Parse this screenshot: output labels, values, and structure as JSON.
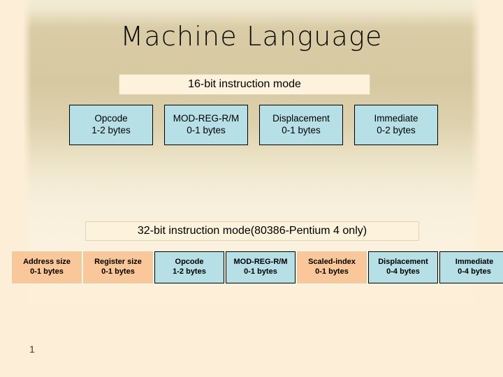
{
  "slide": {
    "title": "Machine Language",
    "page_number": "1",
    "colors": {
      "background": "#fdefd7",
      "panel_top": "#d6c9a2",
      "banner_fill": "#fdf2dc",
      "box_blue": "#b7dfe6",
      "box_peach": "#fac79a",
      "box_peach_border": "#b9ddc0",
      "box_border": "#000000",
      "text": "#000000"
    }
  },
  "mode16": {
    "banner": "16-bit instruction mode",
    "fields": [
      {
        "name": "Opcode",
        "size": "1-2 bytes",
        "style": "blue"
      },
      {
        "name": "MOD-REG-R/M",
        "size": "0-1 bytes",
        "style": "blue"
      },
      {
        "name": "Displacement",
        "size": "0-1 bytes",
        "style": "blue"
      },
      {
        "name": "Immediate",
        "size": "0-2 bytes",
        "style": "blue"
      }
    ]
  },
  "mode32": {
    "banner": "32-bit instruction mode(80386-Pentium 4 only)",
    "fields": [
      {
        "name": "Address size",
        "size": "0-1 bytes",
        "style": "peach"
      },
      {
        "name": "Register size",
        "size": "0-1 bytes",
        "style": "peach"
      },
      {
        "name": "Opcode",
        "size": "1-2 bytes",
        "style": "blue"
      },
      {
        "name": "MOD-REG-R/M",
        "size": "0-1 bytes",
        "style": "blue"
      },
      {
        "name": "Scaled-index",
        "size": "0-1 bytes",
        "style": "peach"
      },
      {
        "name": "Displacement",
        "size": "0-4 bytes",
        "style": "blue"
      },
      {
        "name": "Immediate",
        "size": "0-4 bytes",
        "style": "blue"
      }
    ]
  }
}
